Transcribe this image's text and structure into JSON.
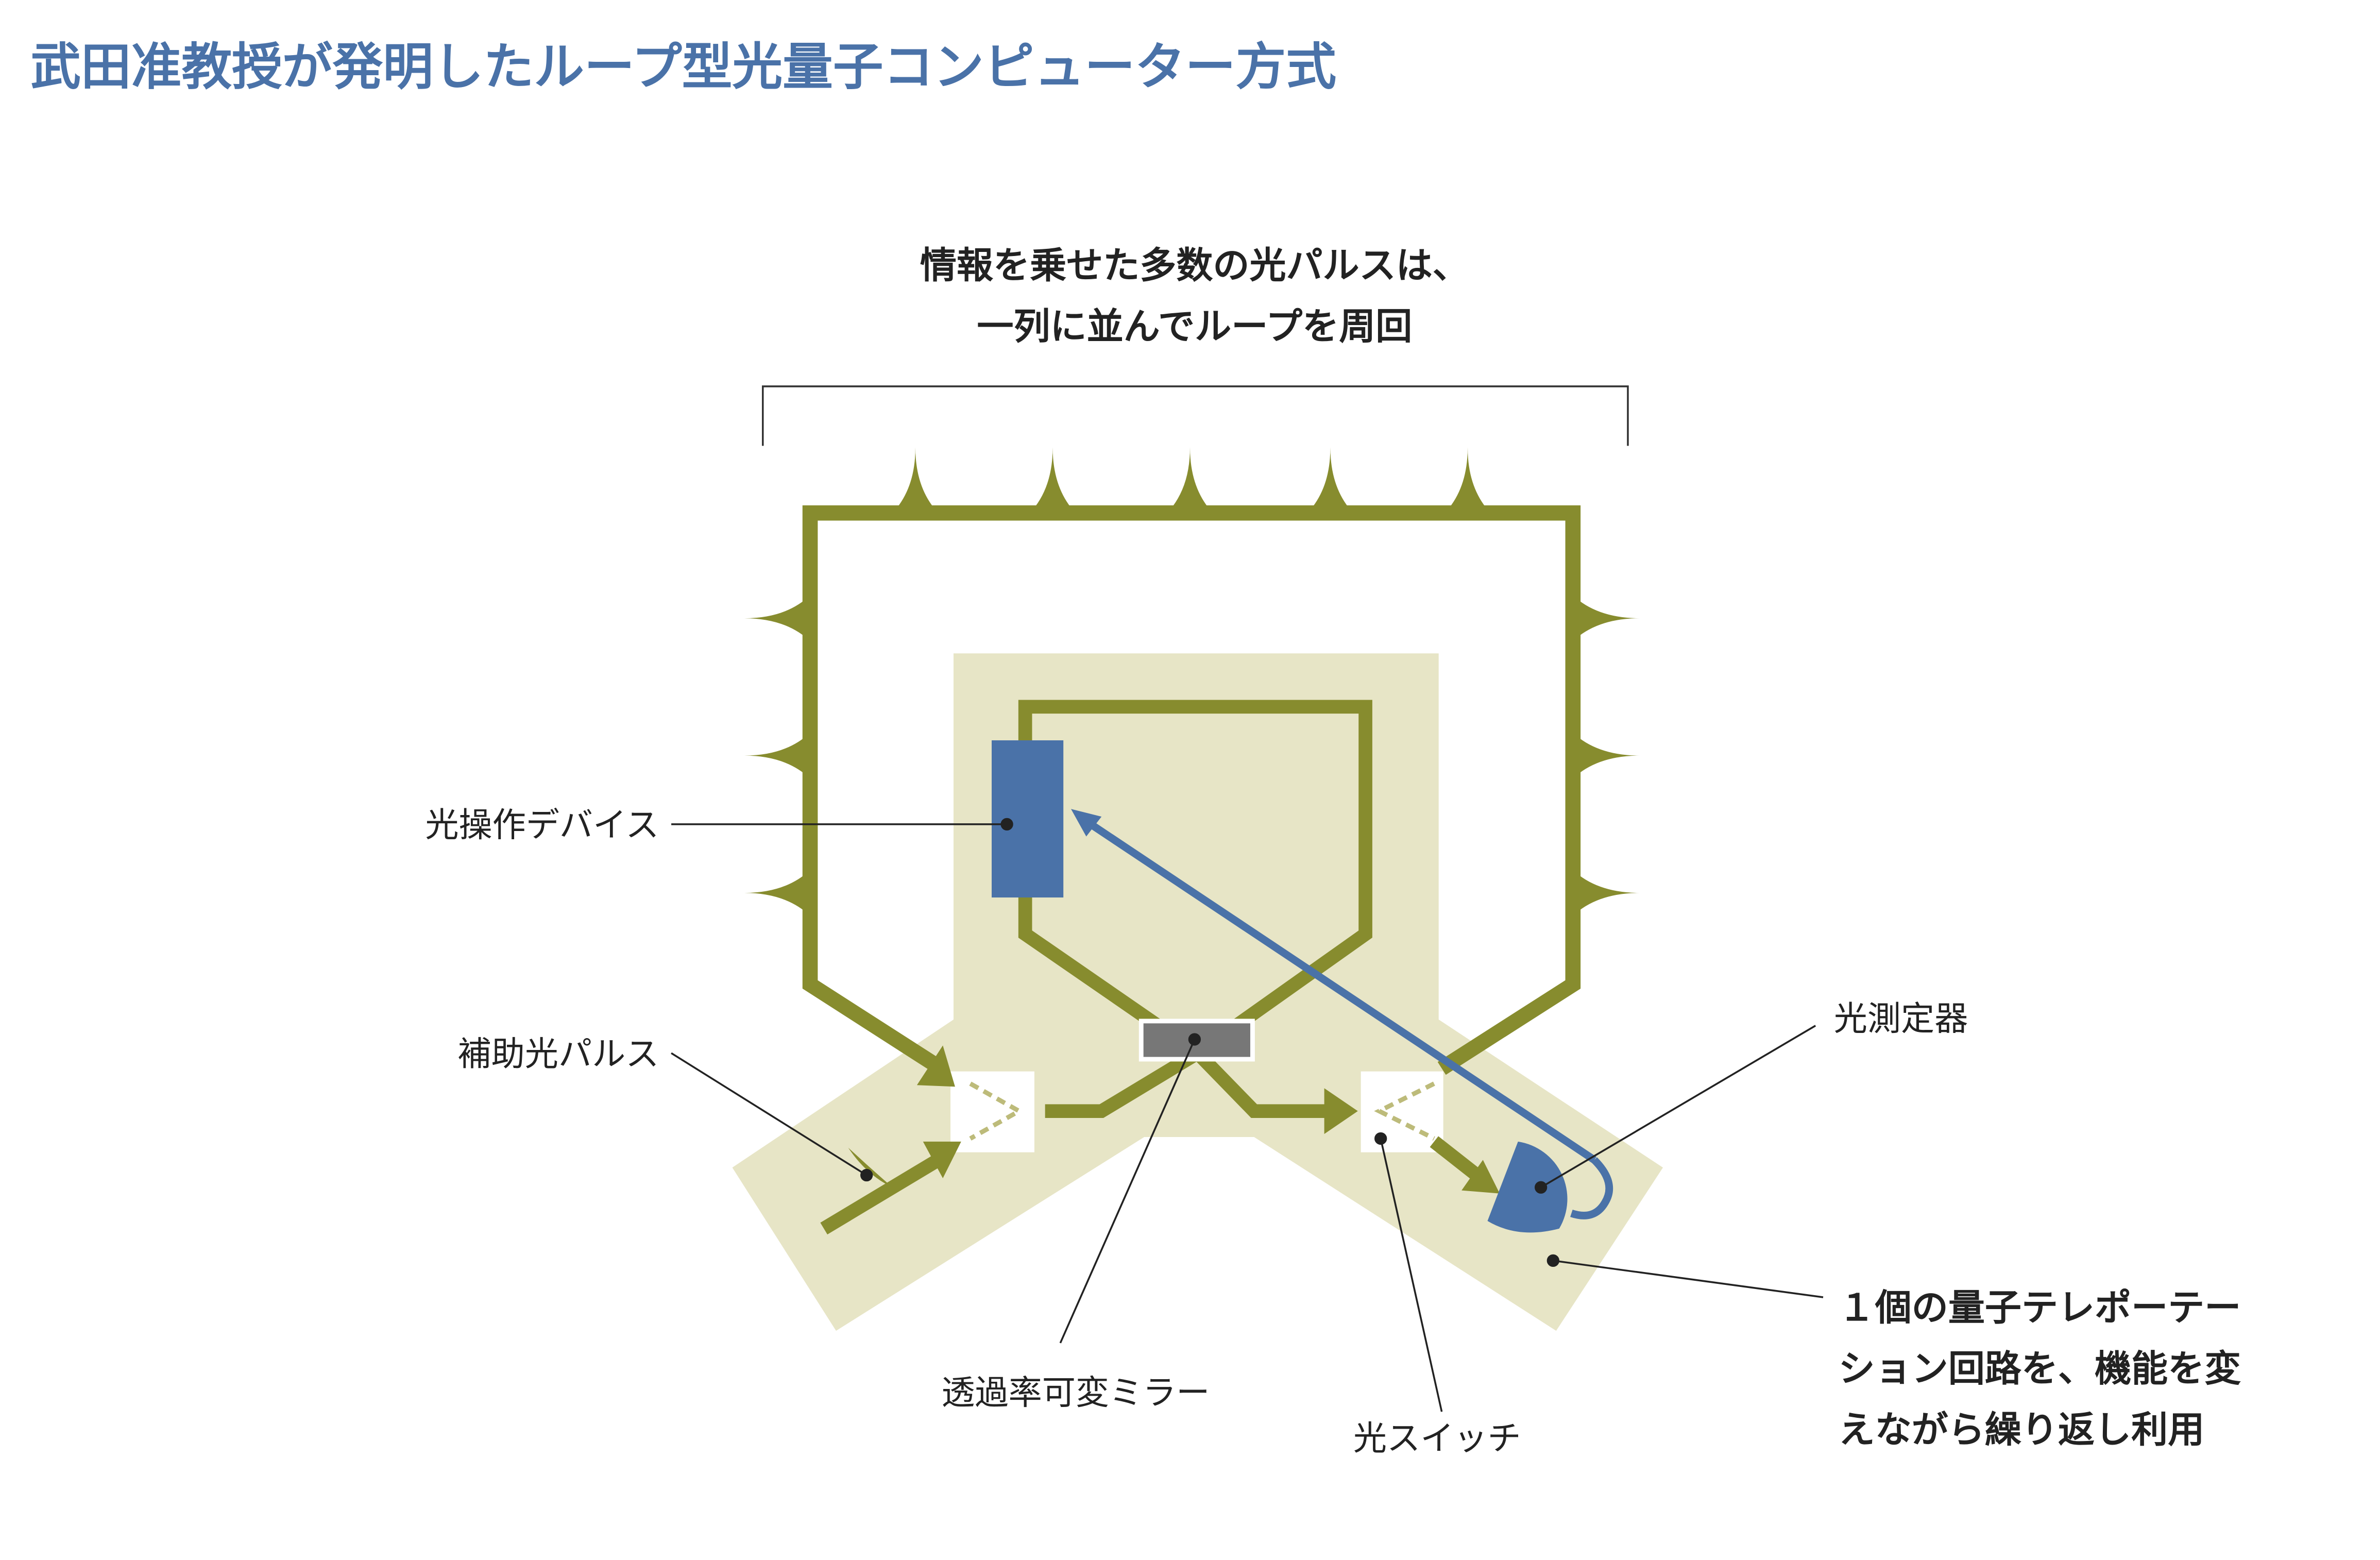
{
  "title": "武田准教授が発明したループ型光量子コンピューター方式",
  "header": {
    "line1": "情報を乗せた多数の光パルスは、",
    "line2": "一列に並んでループを周回"
  },
  "labels": {
    "device": "光操作デバイス",
    "aux_pulse": "補助光パルス",
    "detector": "光測定器",
    "mirror": "透過率可変ミラー",
    "switch": "光スイッチ"
  },
  "circuit_note": {
    "line1": "１個の量子テレポーテー",
    "line2": "ション回路を、機能を変",
    "line3": "えながら繰り返し利用"
  },
  "colors": {
    "title": "#4a72a8",
    "olive": "#878c2e",
    "beige": "#e7e5c6",
    "blue": "#4a72a8",
    "mirror": "#777777"
  }
}
